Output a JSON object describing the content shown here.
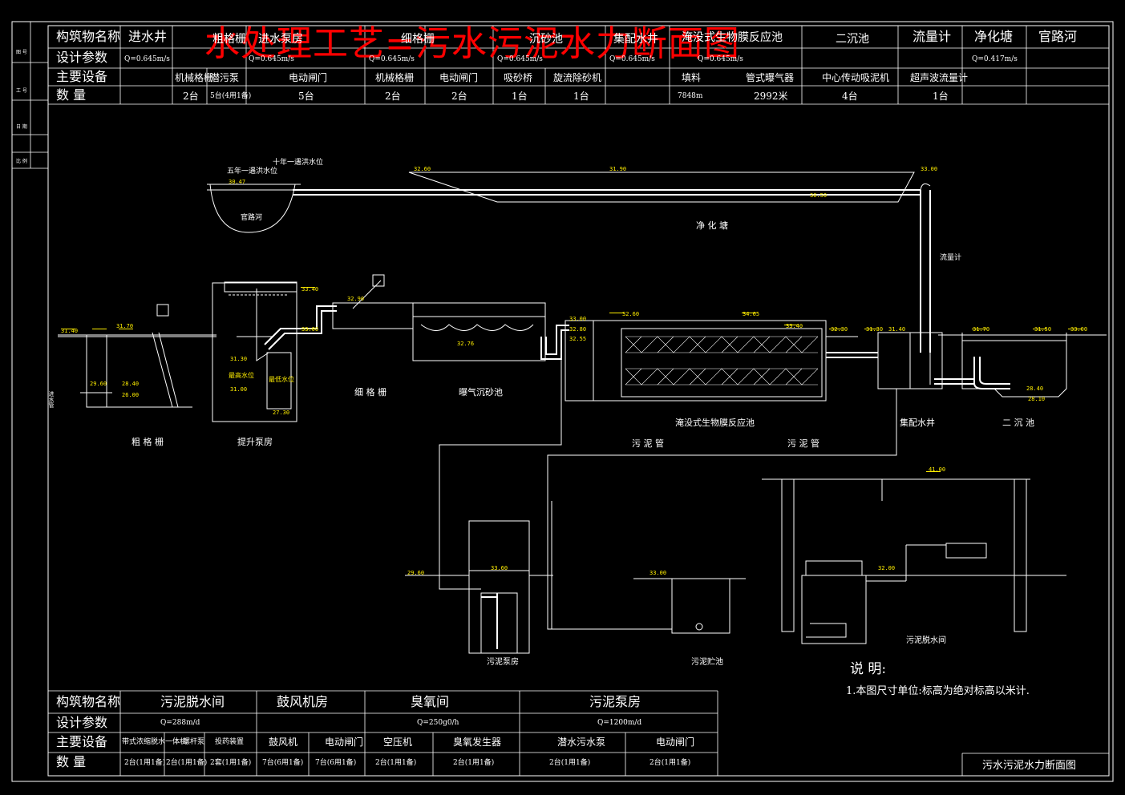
{
  "title_watermark": "水处理工艺=污水污泥水力断面图",
  "top_table": {
    "row_headers": [
      "构筑物名称",
      "设计参数",
      "主要设备",
      "数   量"
    ],
    "structures": [
      "进水井",
      "粗格栅",
      "进水泵房",
      "细格栅",
      "沉砂池",
      "集配水井",
      "淹没式生物膜反应池",
      "二沉池",
      "流量计",
      "净化塘",
      "官路河"
    ],
    "params": [
      "Q=0.645m/s",
      "Q=0.645m/s",
      "Q=0.645m/s",
      "Q=0.645m/s",
      "Q=0.645m/s",
      "Q=0.645m/s",
      "Q=0.417m/s"
    ],
    "equipment": [
      "机械格栅",
      "潜污泵",
      "电动闸门",
      "机械格栅",
      "电动闸门",
      "吸砂桥",
      "旋流除砂机",
      "填料",
      "管式曝气器",
      "中心传动吸泥机",
      "超声波流量计"
    ],
    "quantities": [
      "2台",
      "5台(4用1备)",
      "5台",
      "2台",
      "2台",
      "1台",
      "1台",
      "7848m",
      "2992米",
      "4台",
      "1台"
    ]
  },
  "bottom_table": {
    "row_headers": [
      "构筑物名称",
      "设计参数",
      "主要设备",
      "数   量"
    ],
    "structures": [
      "污泥脱水间",
      "鼓风机房",
      "臭氧间",
      "污泥泵房"
    ],
    "params": [
      "Q=288m/d",
      "Q=250g0/h",
      "Q=1200m/d"
    ],
    "equipment": [
      "带式浓缩脱水一体机",
      "螺杆泵",
      "投药装置",
      "鼓风机",
      "电动闸门",
      "空压机",
      "臭氧发生器",
      "潜水污水泵",
      "电动闸门"
    ],
    "quantities": [
      "2台(1用1备)",
      "2台(1用1备)",
      "2套(1用1备)",
      "7台(6用1备)",
      "7台(6用1备)",
      "2台(1用1备)",
      "2台(1用1备)",
      "2台(1用1备)",
      "2台(1用1备)"
    ]
  },
  "labels": {
    "flood5": "五年一遇洪水位",
    "flood10": "十年一遇洪水位",
    "guanluhe": "官路河",
    "jinghuatang": "净 化 塘",
    "liuliangji": "流量计",
    "cugeshan": "粗 格 栅",
    "tishengbengfang": "提升泵房",
    "xigeshan": "细 格 栅",
    "baoqichenshachi": "曝气沉砂池",
    "shengwumo": "淹没式生物膜反应池",
    "jipeishuijing": "集配水井",
    "erchenchi": "二 沉 池",
    "wuniguan1": "污 泥 管",
    "wuniguan2": "污 泥 管",
    "wunibengfang": "污泥泵房",
    "wunizhuchi": "污泥贮池",
    "wunituoshuijian": "污泥脱水间",
    "jinshuiguan": "进水管",
    "zuigaoshuiwei": "最高水位",
    "zuidishuiwei": "最低水位"
  },
  "notes": {
    "title": "说  明:",
    "body": "1.本图尺寸单位:标高为绝对标高以米计."
  },
  "title_block": "污水污泥水力断面图",
  "elevations": [
    "32.60",
    "31.90",
    "33.00",
    "30.50",
    "30.47",
    "31.40",
    "31.70",
    "29.60",
    "28.40",
    "26.00",
    "33.40",
    "31.30",
    "31.00",
    "27.30",
    "33.00",
    "32.90",
    "32.76",
    "33.00",
    "32.80",
    "32.55",
    "32.60",
    "34.65",
    "33.40",
    "32.30",
    "31.30",
    "31.40",
    "31.70",
    "31.50",
    "28.40",
    "28.10",
    "33.00",
    "29.60",
    "33.60",
    "33.00",
    "32.00",
    "41.00"
  ]
}
